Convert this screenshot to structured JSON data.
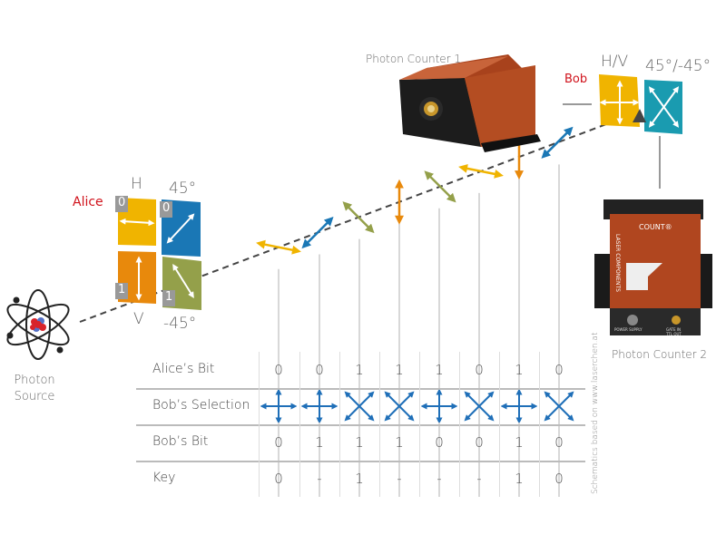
{
  "source": {
    "line1": "Photon",
    "line2": "Source"
  },
  "alice": {
    "name": "Alice",
    "basis_h": "H",
    "basis_v": "V",
    "basis_45": "45°",
    "basis_m45": "-45°",
    "bit_h": "0",
    "bit_45": "0",
    "bit_v": "1",
    "bit_m45": "1"
  },
  "bob": {
    "name": "Bob",
    "basis_hv": "H/V",
    "basis_diag": "45°/-45°"
  },
  "counter1": {
    "label": "Photon Counter 1"
  },
  "counter2": {
    "label": "Photon Counter 2",
    "brand": "COUNT",
    "brand_mark": "®",
    "maker": "LASER COMPONENTS",
    "port1": "POWER SUPPLY",
    "port2": "GATE IN",
    "port3": "TTL OUT"
  },
  "credit": "Schematics based on www.laserchen.at",
  "colors": {
    "h": "#f0b400",
    "v": "#e8890c",
    "p45": "#1a77b5",
    "m45": "#94a04a",
    "bob_diag": "#1a9bb0",
    "red": "#d0121b",
    "device": "#b4461e",
    "arrow_blue": "#1f6fb8"
  },
  "photons": [
    "h",
    "p45",
    "m45",
    "v",
    "m45",
    "h",
    "v",
    "p45"
  ],
  "table": {
    "rows": [
      {
        "label": "Alice’s Bit",
        "values": [
          "0",
          "0",
          "1",
          "1",
          "1",
          "0",
          "1",
          "0"
        ]
      },
      {
        "label": "Bob’s Selection",
        "values": [
          "plus",
          "plus",
          "cross",
          "cross",
          "plus",
          "cross",
          "plus",
          "cross"
        ]
      },
      {
        "label": "Bob’s Bit",
        "values": [
          "0",
          "1",
          "1",
          "1",
          "0",
          "0",
          "1",
          "0"
        ]
      },
      {
        "label": "Key",
        "values": [
          "0",
          "-",
          "1",
          "-",
          "-",
          "-",
          "1",
          "0"
        ]
      }
    ]
  }
}
